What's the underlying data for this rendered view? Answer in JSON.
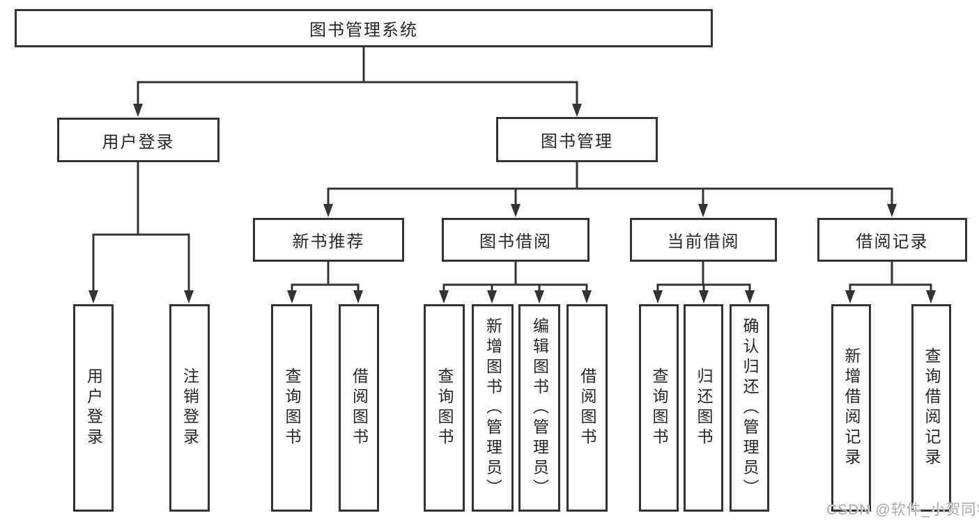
{
  "diagram_title": "图书管理系统",
  "tree": {
    "label": "图书管理系统",
    "children": [
      {
        "label": "用户登录",
        "children": [
          {
            "label": "用户登录"
          },
          {
            "label": "注销登录"
          }
        ]
      },
      {
        "label": "图书管理",
        "children": [
          {
            "label": "新书推荐",
            "children": [
              {
                "label": "查询图书"
              },
              {
                "label": "借阅图书"
              }
            ]
          },
          {
            "label": "图书借阅",
            "children": [
              {
                "label": "查询图书"
              },
              {
                "label": "新增图书（管理员）"
              },
              {
                "label": "编辑图书（管理员）"
              },
              {
                "label": "借阅图书"
              }
            ]
          },
          {
            "label": "当前借阅",
            "children": [
              {
                "label": "查询图书"
              },
              {
                "label": "归还图书"
              },
              {
                "label": "确认归还（管理员）"
              }
            ]
          },
          {
            "label": "借阅记录",
            "children": [
              {
                "label": "新增借阅记录"
              },
              {
                "label": "查询借阅记录"
              }
            ]
          }
        ]
      }
    ]
  },
  "watermark": {
    "text": "CSDN @软件_小贺同学"
  },
  "colors": {
    "line": "#333333",
    "box_border": "#333333",
    "box_fill": "#ffffff",
    "text": "#262626",
    "watermark": "#a9a9a9",
    "background": "#ffffff"
  }
}
